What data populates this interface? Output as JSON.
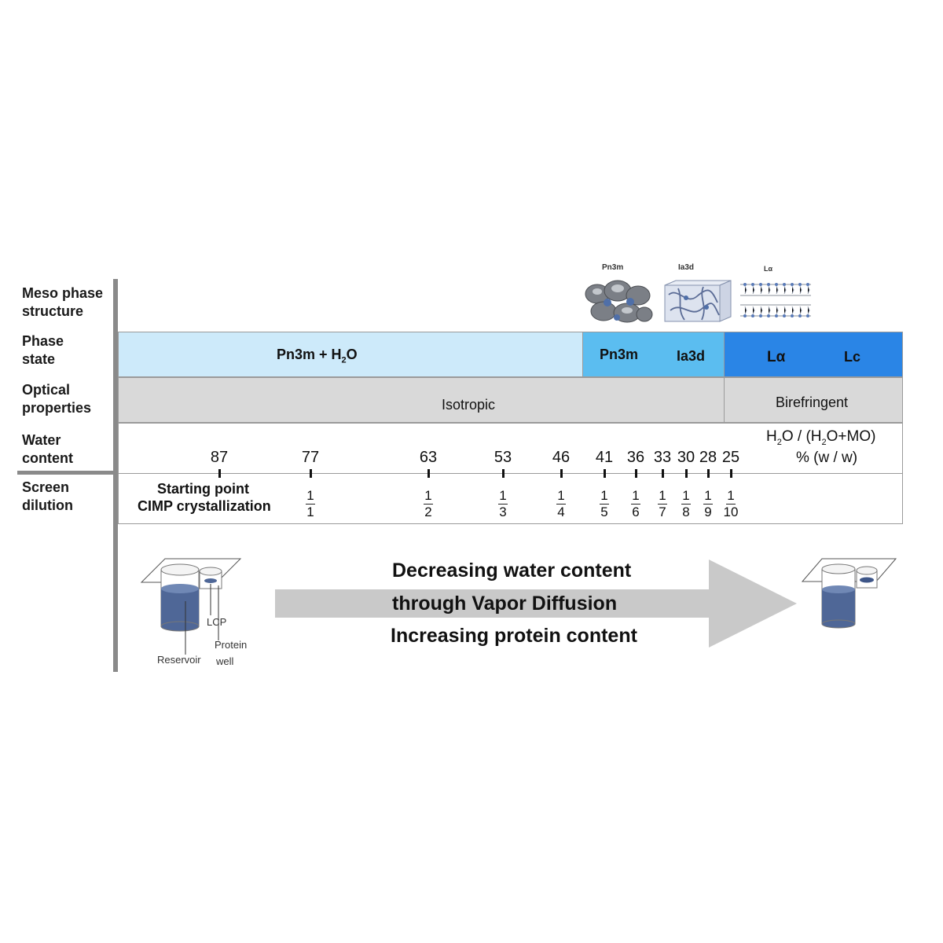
{
  "rows": {
    "meso": "Meso phase structure",
    "meso_l1": "Meso phase",
    "meso_l2": "structure",
    "phase_l1": "Phase",
    "phase_l2": "state",
    "optical_l1": "Optical",
    "optical_l2": "properties",
    "water_l1": "Water",
    "water_l2": "content",
    "screen_l1": "Screen",
    "screen_l2": "dilution"
  },
  "structures": {
    "pn3m_label": "Pn3m",
    "ia3d_label": "Ia3d",
    "la_label": "Lα"
  },
  "phase_state": {
    "seg1_main": "Pn3m + H",
    "seg1_sub": "2",
    "seg1_tail": "O",
    "seg2a": "Pn3m",
    "seg2b": "Ia3d",
    "seg3a": "Lα",
    "seg3b": "Lc",
    "colors": {
      "light": "#cdeafa",
      "mid": "#5bbdf0",
      "dark": "#2a85e6"
    }
  },
  "optical": {
    "isotropic": "Isotropic",
    "birefringent": "Birefringent",
    "color": "#d9d9d9"
  },
  "water": {
    "values": [
      "87",
      "77",
      "63",
      "53",
      "46",
      "41",
      "36",
      "33",
      "30",
      "28",
      "25"
    ],
    "unit_l1_a": "H",
    "unit_l1_b": "2",
    "unit_l1_c": "O / (H",
    "unit_l1_d": "2",
    "unit_l1_e": "O+MO)",
    "unit_l2": "% (w / w)"
  },
  "screen": {
    "start_l1": "Starting point",
    "start_l2": "CIMP crystallization",
    "numerators": [
      "1",
      "1",
      "1",
      "1",
      "1",
      "1",
      "1",
      "1",
      "1",
      "1"
    ],
    "denominators": [
      "1",
      "2",
      "3",
      "4",
      "5",
      "6",
      "7",
      "8",
      "9",
      "10"
    ]
  },
  "process": {
    "line1": "Decreasing  water content",
    "line2": "through Vapor Diffusion",
    "line3": "Increasing  protein  content",
    "lcp": "LCP",
    "reservoir": "Reservoir",
    "protein_l1": "Protein",
    "protein_l2": "well",
    "arrow_color": "#c9c9c9",
    "liquid_color": "#4f6797"
  }
}
